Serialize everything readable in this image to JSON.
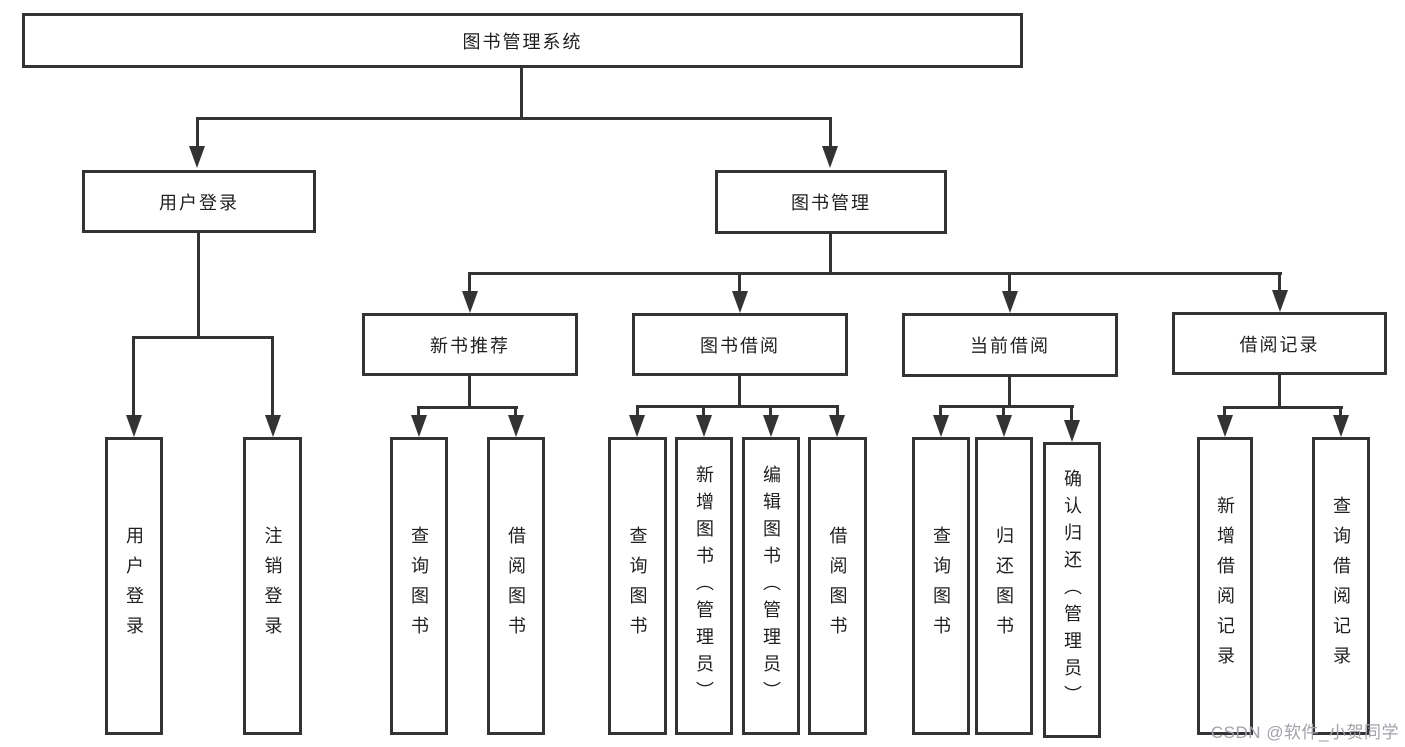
{
  "diagram": {
    "nodes": {
      "root": {
        "label": "图书管理系统"
      },
      "user_login": {
        "label": "用户登录"
      },
      "book_mgmt": {
        "label": "图书管理"
      },
      "new_book_rec": {
        "label": "新书推荐"
      },
      "book_borrow": {
        "label": "图书借阅"
      },
      "current_borrow": {
        "label": "当前借阅"
      },
      "borrow_records": {
        "label": "借阅记录"
      },
      "leaf_user_login": {
        "label": "用户登录"
      },
      "leaf_logout": {
        "label": "注销登录"
      },
      "leaf_rec_query": {
        "label": "查询图书"
      },
      "leaf_rec_borrow": {
        "label": "借阅图书"
      },
      "leaf_bb_query": {
        "label": "查询图书"
      },
      "leaf_bb_add": {
        "label": "新增图书（管理员）"
      },
      "leaf_bb_edit": {
        "label": "编辑图书（管理员）"
      },
      "leaf_bb_borrow": {
        "label": "借阅图书"
      },
      "leaf_cur_query": {
        "label": "查询图书"
      },
      "leaf_cur_return": {
        "label": "归还图书"
      },
      "leaf_cur_confirm": {
        "label": "确认归还（管理员）"
      },
      "leaf_log_add": {
        "label": "新增借阅记录"
      },
      "leaf_log_query": {
        "label": "查询借阅记录"
      }
    },
    "watermark": "CSDN @软件_小贺同学",
    "colors": {
      "line": "#333333",
      "text": "#1f1f1f",
      "background": "#ffffff",
      "watermark": "#a2a2aa"
    }
  }
}
